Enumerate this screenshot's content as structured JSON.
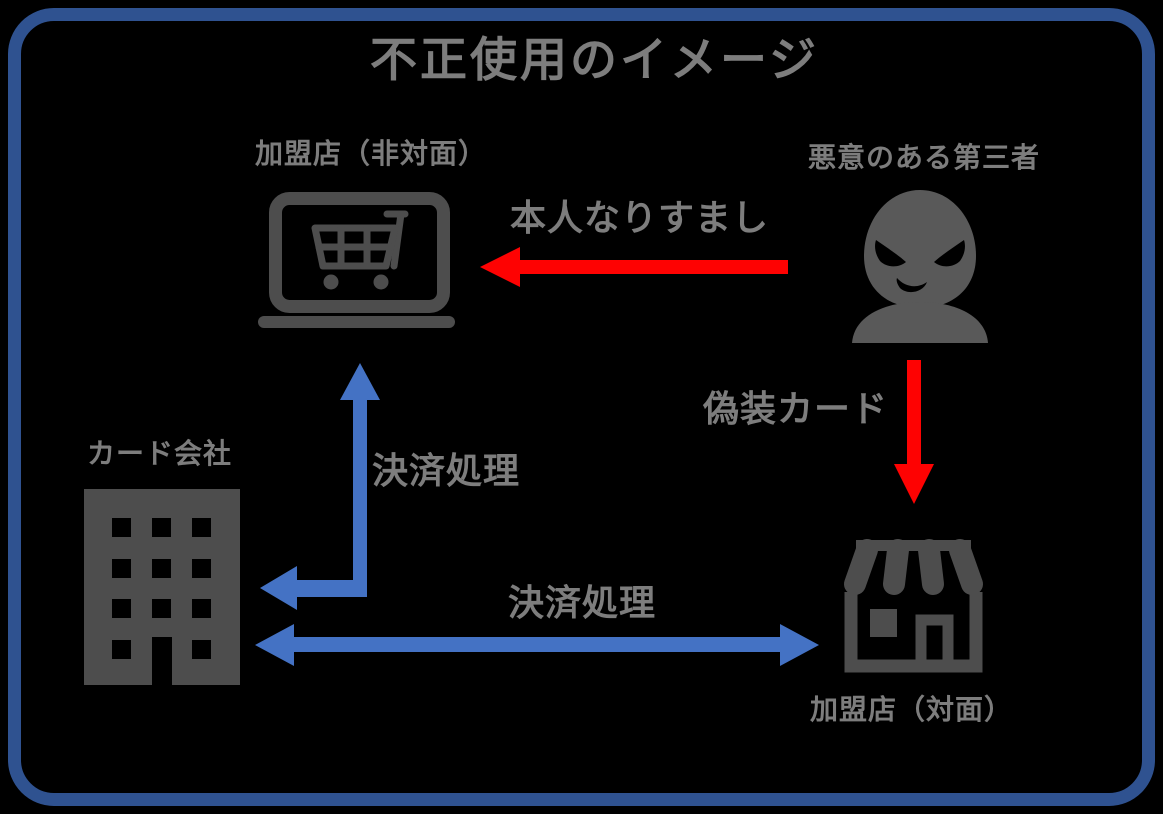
{
  "title": "不正使用のイメージ",
  "nodes": {
    "merchant_online": {
      "label": "加盟店（非対面）",
      "icon": "laptop-cart-icon"
    },
    "attacker": {
      "label": "悪意のある第三者",
      "icon": "masked-person-icon"
    },
    "card_company": {
      "label": "カード会社",
      "icon": "office-building-icon"
    },
    "merchant_offline": {
      "label": "加盟店（対面）",
      "icon": "storefront-icon"
    }
  },
  "arrows": {
    "impersonation": {
      "label": "本人なりすまし",
      "from": "attacker",
      "to": "merchant_online",
      "style": "red-left"
    },
    "fake_card": {
      "label": "偽装カード",
      "from": "attacker",
      "to": "merchant_offline",
      "style": "red-down"
    },
    "payment_online": {
      "label": "決済処理",
      "from": "merchant_online",
      "to": "card_company",
      "style": "blue-elbow-double"
    },
    "payment_offline": {
      "label": "決済処理",
      "from": "card_company",
      "to": "merchant_offline",
      "style": "blue-horizontal-double"
    }
  },
  "colors": {
    "bg": "#000000",
    "frame": "#2f5290",
    "text": "#7d7d7d",
    "icon": "#4d4d4d",
    "mask": "#595959",
    "red": "#fe0202",
    "blue": "#4472c4"
  }
}
